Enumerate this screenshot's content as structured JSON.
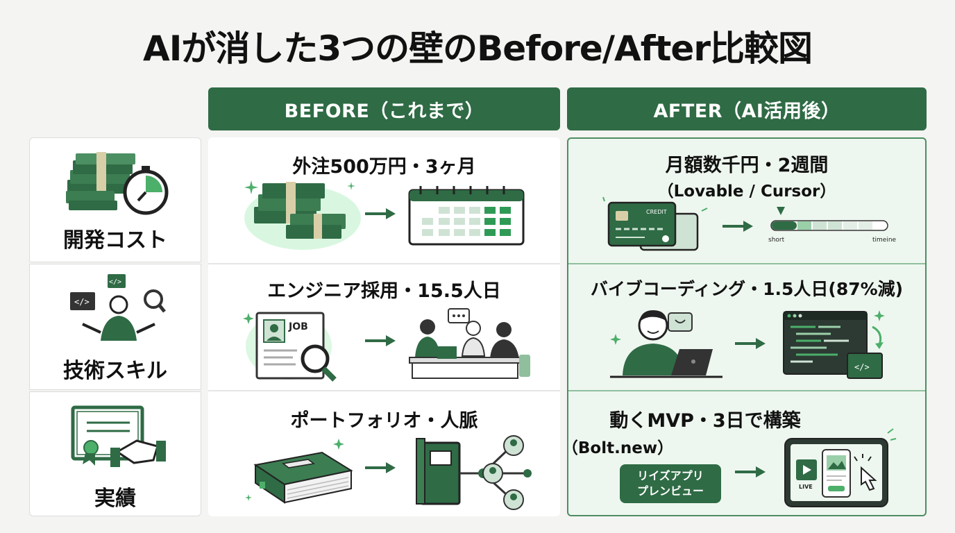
{
  "title": "AIが消した3つの壁のBefore/After比較図",
  "columns": {
    "before": "BEFORE（これまで）",
    "after": "AFTER（AI活用後）"
  },
  "rows": [
    {
      "label": "開発コスト",
      "before": "外注500万円・3ヶ月",
      "after": "月額数千円・2週間",
      "after_sub": "（Lovable / Cursor）",
      "icons": {
        "label": "money-stopwatch-icon",
        "before_a": "money-stack-icon",
        "before_b": "calendar-icon",
        "after_a": "credit-card-icon",
        "after_b": "timeline-icon"
      }
    },
    {
      "label": "技術スキル",
      "before": "エンジニア採用・15.5人日",
      "after": "バイブコーディング・1.5人日(87%減)",
      "icons": {
        "label": "developer-skills-icon",
        "before_a": "job-posting-icon",
        "before_b": "meeting-icon",
        "after_a": "person-laptop-icon",
        "after_b": "code-editor-icon"
      }
    },
    {
      "label": "実績",
      "before": "ポートフォリオ・人脈",
      "after": "動くMVP・3日で構築",
      "after_sub": "（Bolt.new）",
      "after_button": [
        "リイズアプリ",
        "プレンビュー"
      ],
      "icons": {
        "label": "certificate-handshake-icon",
        "before_a": "portfolio-book-icon",
        "before_b": "network-binder-icon",
        "after_a": "preview-app-icon",
        "after_b": "tablet-live-icon"
      }
    }
  ],
  "illustration_text": {
    "job": "JOB",
    "credit": "CREDIT",
    "short": "short",
    "timeline": "timeine",
    "live": "LIVE"
  },
  "colors": {
    "primary": "#2f6b45",
    "light": "#eef7ef",
    "accent": "#4caf6a"
  }
}
